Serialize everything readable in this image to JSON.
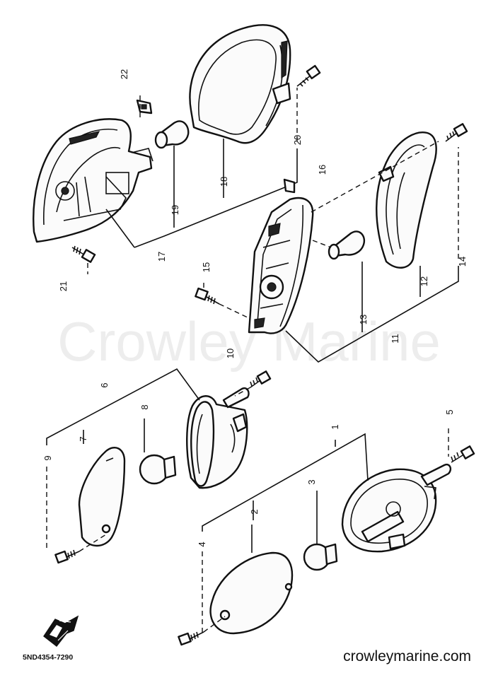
{
  "watermark": "Crowley Marine",
  "footer": {
    "site": "crowleymarine.com",
    "part_code": "5ND4354-7290"
  },
  "callouts": {
    "c1": "1",
    "c2": "2",
    "c3": "3",
    "c4": "4",
    "c5": "5",
    "c6": "6",
    "c7": "7",
    "c8": "8",
    "c9": "9",
    "c10": "10",
    "c11": "11",
    "c12": "12",
    "c13": "13",
    "c14": "14",
    "c15": "15",
    "c16": "16",
    "c17": "17",
    "c18": "18",
    "c19": "19",
    "c20": "20",
    "c21": "21",
    "c22": "22"
  },
  "icons": {
    "front_marker": "front-arrow-icon"
  }
}
